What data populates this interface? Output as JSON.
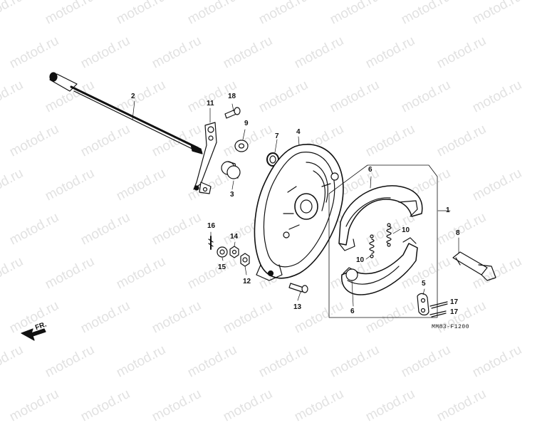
{
  "watermark": {
    "text": "motod.ru",
    "color": "#e2e2e2"
  },
  "diagram": {
    "figure_code": "MM83-F1200",
    "direction_label": "FR.",
    "callouts": {
      "p1": "1",
      "p2": "2",
      "p3": "3",
      "p4": "4",
      "p5": "5",
      "p6a": "6",
      "p6b": "6",
      "p7": "7",
      "p8": "8",
      "p9": "9",
      "p10a": "10",
      "p10b": "10",
      "p11": "11",
      "p12": "12",
      "p13": "13",
      "p14": "14",
      "p15": "15",
      "p16": "16",
      "p17a": "17",
      "p17b": "17",
      "p18": "18"
    }
  }
}
